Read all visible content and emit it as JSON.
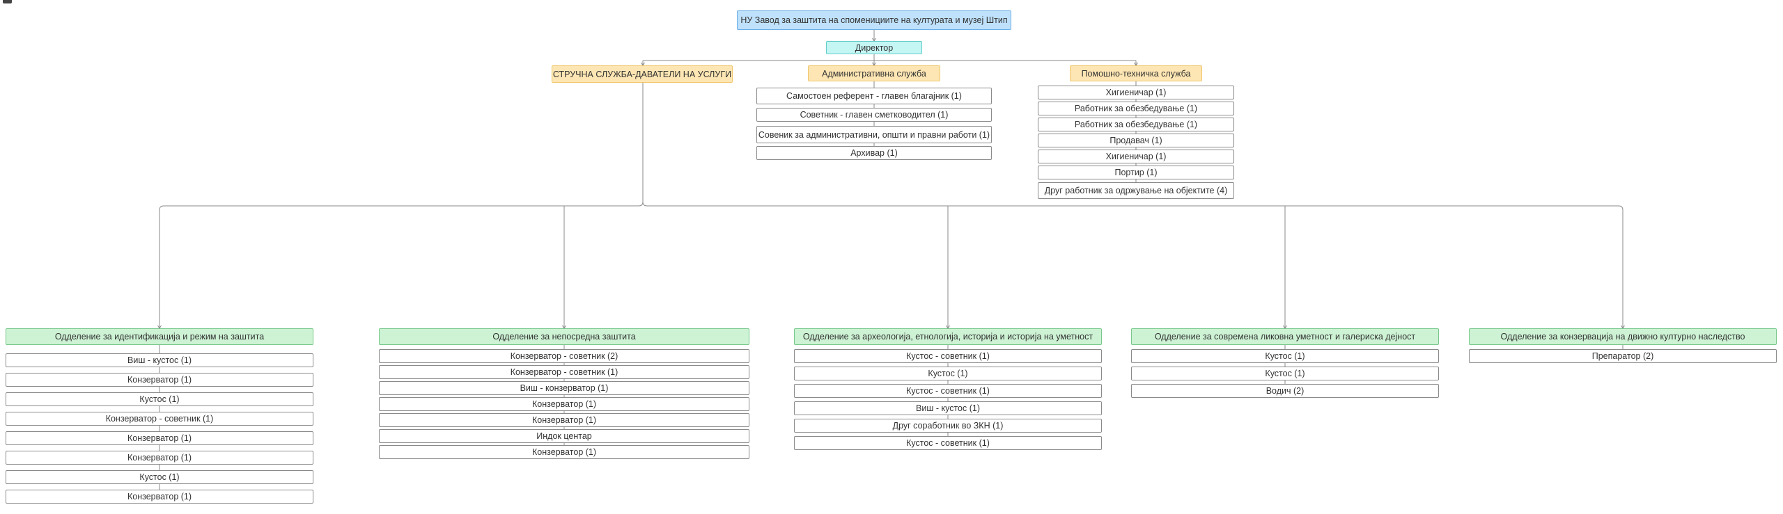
{
  "org": {
    "root": "НУ Завод за заштита на споменициите на културата и музеј  Штип",
    "director": "Директор",
    "services": [
      {
        "name": "СТРУЧНА СЛУЖБА-ДАВАТЕЛИ НА УСЛУГИ",
        "positions": []
      },
      {
        "name": "Административна служба",
        "positions": [
          "Самостоен референт - главен благајник (1)",
          "Советник - главен сметководител (1)",
          "Совеник за административни, општи и правни работи (1)",
          "Архивар (1)"
        ]
      },
      {
        "name": "Помошно-техничка служба",
        "positions": [
          "Хигиеничар (1)",
          "Работник за обезбедување (1)",
          "Работник за обезбедување (1)",
          "Продавач (1)",
          "Хигиеничар (1)",
          "Портир (1)",
          "Друг работник за одржување на објектите (4)"
        ]
      }
    ],
    "departments": [
      {
        "name": "Одделение за идентификација и режим на заштита",
        "positions": [
          "Виш - кустос (1)",
          "Конзерватор (1)",
          "Кустос (1)",
          "Конзерватор - советник (1)",
          "Конзерватор (1)",
          "Конзерватор (1)",
          "Кустос (1)",
          "Конзерватор (1)"
        ]
      },
      {
        "name": "Одделение за непосредна заштита",
        "positions": [
          "Конзерватор - советник (2)",
          "Конзерватор - советник (1)",
          "Виш - конзерватор  (1)",
          "Конзерватор (1)",
          "Конзерватор (1)",
          "Индок центар",
          "Конзерватор (1)"
        ]
      },
      {
        "name": "Одделение за археологија, етнологија, историја и историја на уметност",
        "positions": [
          "Кустос - советник (1)",
          "Кустос (1)",
          "Кустос - советник (1)",
          "Виш - кустос (1)",
          "Друг соработник во ЗКН (1)",
          "Кустос - советник (1)"
        ]
      },
      {
        "name": "Одделение за современа ликовна уметност и галериска дејност",
        "positions": [
          "Кустос (1)",
          "Кустос (1)",
          "Водич (2)"
        ]
      },
      {
        "name": "Одделение за конзервација на движно културно наследство",
        "positions": [
          "Препаратор (2)"
        ]
      }
    ]
  },
  "colors": {
    "root_fill": "#bfe1fb",
    "director_fill": "#c4f6f4",
    "service_fill": "#fde6b3",
    "department_fill": "#cdf2d4",
    "position_fill": "#ffffff",
    "connector": "#888888"
  }
}
